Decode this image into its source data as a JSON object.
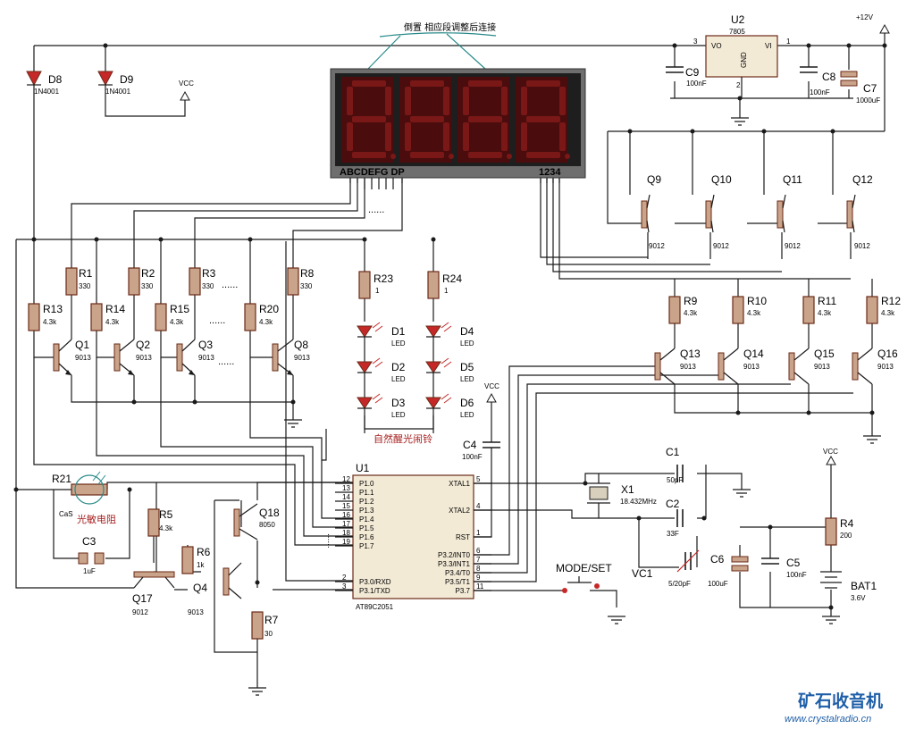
{
  "top_note": "倒置 相应段调整后连接",
  "display": {
    "segments_label": "ABCDEFG DP",
    "digits_label": "1234",
    "dots": "......"
  },
  "power": {
    "vin": "+12V",
    "vcc": "VCC"
  },
  "regulator": {
    "ref": "U2",
    "part": "7805",
    "vo": "VO",
    "vi": "VI",
    "gnd": "GND",
    "pin_vo": "3",
    "pin_vi": "1",
    "pin_gnd": "2"
  },
  "diodes": [
    {
      "ref": "D8",
      "part": "1N4001"
    },
    {
      "ref": "D9",
      "part": "1N4001"
    }
  ],
  "caps": [
    {
      "ref": "C9",
      "val": "100nF"
    },
    {
      "ref": "C8",
      "val": "100nF"
    },
    {
      "ref": "C7",
      "val": "1000uF"
    },
    {
      "ref": "C4",
      "val": "100nF"
    },
    {
      "ref": "C1",
      "val": "50pF"
    },
    {
      "ref": "C2",
      "val": "33F"
    },
    {
      "ref": "C3",
      "val": "1uF"
    },
    {
      "ref": "C5",
      "val": "100nF"
    },
    {
      "ref": "C6",
      "val": "100uF"
    }
  ],
  "seg_res": [
    {
      "ref": "R1",
      "val": "330"
    },
    {
      "ref": "R2",
      "val": "330"
    },
    {
      "ref": "R3",
      "val": "330"
    },
    {
      "ref": "R8",
      "val": "330"
    }
  ],
  "base_res": [
    {
      "ref": "R13",
      "val": "4.3k"
    },
    {
      "ref": "R14",
      "val": "4.3k"
    },
    {
      "ref": "R15",
      "val": "4.3k"
    },
    {
      "ref": "R20",
      "val": "4.3k"
    }
  ],
  "seg_q": [
    {
      "ref": "Q1",
      "part": "9013"
    },
    {
      "ref": "Q2",
      "part": "9013"
    },
    {
      "ref": "Q3",
      "part": "9013"
    },
    {
      "ref": "Q8",
      "part": "9013"
    }
  ],
  "dig_pnp": [
    {
      "ref": "Q9",
      "part": "9012"
    },
    {
      "ref": "Q10",
      "part": "9012"
    },
    {
      "ref": "Q11",
      "part": "9012"
    },
    {
      "ref": "Q12",
      "part": "9012"
    }
  ],
  "dig_res": [
    {
      "ref": "R9",
      "val": "4.3k"
    },
    {
      "ref": "R10",
      "val": "4.3k"
    },
    {
      "ref": "R11",
      "val": "4.3k"
    },
    {
      "ref": "R12",
      "val": "4.3k"
    }
  ],
  "dig_npn": [
    {
      "ref": "Q13",
      "part": "9013"
    },
    {
      "ref": "Q14",
      "part": "9013"
    },
    {
      "ref": "Q15",
      "part": "9013"
    },
    {
      "ref": "Q16",
      "part": "9013"
    }
  ],
  "led_res": [
    {
      "ref": "R23",
      "val": "1"
    },
    {
      "ref": "R24",
      "val": "1"
    }
  ],
  "leds": [
    {
      "ref": "D1",
      "part": "LED"
    },
    {
      "ref": "D2",
      "part": "LED"
    },
    {
      "ref": "D3",
      "part": "LED"
    },
    {
      "ref": "D4",
      "part": "LED"
    },
    {
      "ref": "D5",
      "part": "LED"
    },
    {
      "ref": "D6",
      "part": "LED"
    }
  ],
  "led_caption": "自然醒光闹铃",
  "mcu": {
    "ref": "U1",
    "part": "AT89C2051",
    "left_pins": [
      {
        "num": "12",
        "name": "P1.0"
      },
      {
        "num": "13",
        "name": "P1.1"
      },
      {
        "num": "14",
        "name": "P1.2"
      },
      {
        "num": "15",
        "name": "P1.3"
      },
      {
        "num": "16",
        "name": "P1.4"
      },
      {
        "num": "17",
        "name": "P1.5"
      },
      {
        "num": "18",
        "name": "P1.6"
      },
      {
        "num": "19",
        "name": "P1.7"
      },
      {
        "num": "2",
        "name": "P3.0/RXD"
      },
      {
        "num": "3",
        "name": "P3.1/TXD"
      }
    ],
    "right_pins": [
      {
        "num": "5",
        "name": "XTAL1"
      },
      {
        "num": "4",
        "name": "XTAL2"
      },
      {
        "num": "1",
        "name": "RST"
      },
      {
        "num": "6",
        "name": "P3.2/INT0"
      },
      {
        "num": "7",
        "name": "P3.3/INT1"
      },
      {
        "num": "8",
        "name": "P3.4/T0"
      },
      {
        "num": "9",
        "name": "P3.5/T1"
      },
      {
        "num": "11",
        "name": "P3.7"
      }
    ]
  },
  "crystal": {
    "ref": "X1",
    "val": "18.432MHz"
  },
  "trimmer": {
    "ref": "VC1",
    "val": "5/20pF"
  },
  "button": {
    "ref": "MODE/SET"
  },
  "ldr": {
    "ref": "R21",
    "part": "CaS",
    "caption": "光敏电阻"
  },
  "misc_res": [
    {
      "ref": "R5",
      "val": "4.3k"
    },
    {
      "ref": "R6",
      "val": "1k"
    },
    {
      "ref": "R7",
      "val": "30"
    },
    {
      "ref": "R4",
      "val": "200"
    }
  ],
  "misc_q": [
    {
      "ref": "Q17",
      "part": "9012"
    },
    {
      "ref": "Q4",
      "part": "9013"
    },
    {
      "ref": "Q18",
      "part": "8050"
    }
  ],
  "battery": {
    "ref": "BAT1",
    "val": "3.6V"
  },
  "watermark": {
    "title": "矿石收音机",
    "url": "www.crystalradio.cn"
  }
}
